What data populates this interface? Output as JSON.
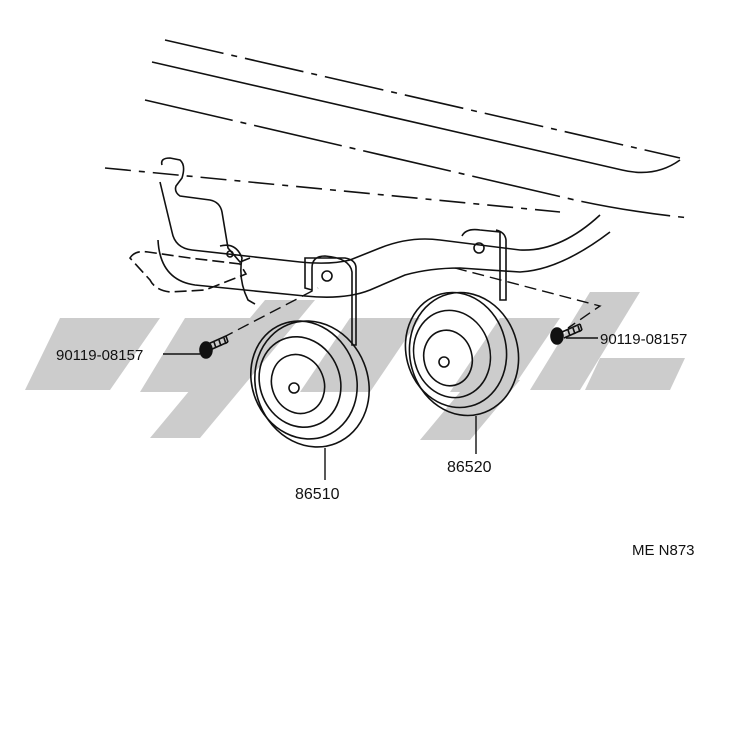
{
  "diagram": {
    "parts": {
      "horn_low": "86510",
      "horn_high": "86520",
      "bolt_left": "90119-08157",
      "bolt_right": "90119-08157"
    },
    "reference_code": "ME N873"
  },
  "colors": {
    "ink": "#111111",
    "watermark": "#cccccc",
    "background": "#ffffff"
  }
}
